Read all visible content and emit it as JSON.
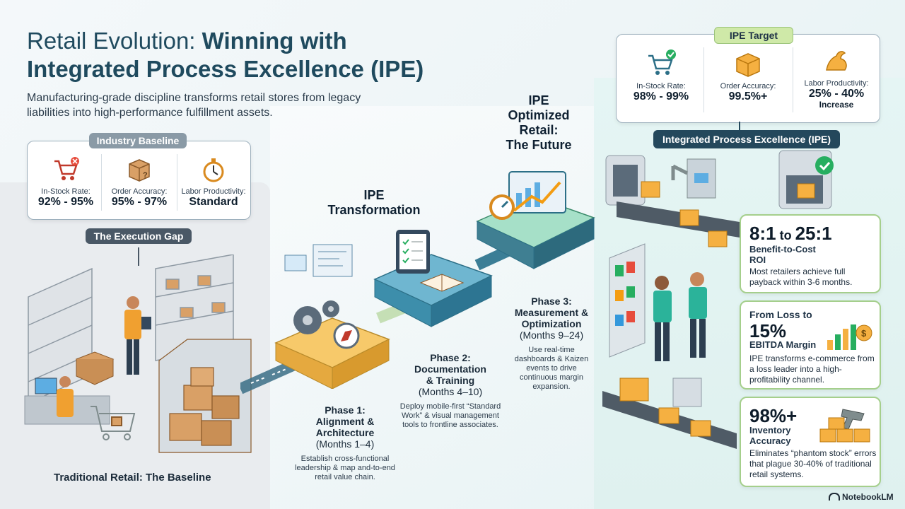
{
  "title": {
    "line1_prefix": "Retail Evolution: ",
    "line1_bold": "Winning with",
    "line2_bold": "Integrated Process Excellence (IPE)"
  },
  "subtitle": "Manufacturing-grade discipline transforms retail stores from legacy liabilities into high-performance fulfillment assets.",
  "baseline": {
    "tag": "Industry Baseline",
    "metrics": [
      {
        "label": "In-Stock Rate:",
        "value": "92% - 95%"
      },
      {
        "label": "Order Accuracy:",
        "value": "95% - 97%"
      },
      {
        "label": "Labor Productivity:",
        "value": "Standard"
      }
    ],
    "gap_label": "The Execution Gap",
    "footer": "Traditional Retail: The Baseline"
  },
  "target": {
    "tag": "IPE Target",
    "metrics": [
      {
        "label": "In-Stock Rate:",
        "value": "98% - 99%"
      },
      {
        "label": "Order Accuracy:",
        "value": "99.5%+"
      },
      {
        "label": "Labor Productivity:",
        "value": "25% - 40%",
        "value2": "Increase"
      }
    ],
    "banner": "Integrated Process Excellence (IPE)"
  },
  "stages": {
    "transformation": "IPE Transformation",
    "future_l1": "IPE",
    "future_l2": "Optimized",
    "future_l3": "Retail:",
    "future_l4": "The Future"
  },
  "phases": [
    {
      "h1": "Phase 1:",
      "h2": "Alignment &",
      "h3": "Architecture",
      "months": "(Months 1–4)",
      "desc": "Establish cross-functional leadership & map and-to-end retail value chain."
    },
    {
      "h1": "Phase 2:",
      "h2": "Documentation",
      "h3": "& Training",
      "months": "(Months 4–10)",
      "desc": "Deploy mobile-first “Standard Work” & visual management tools to frontline associates."
    },
    {
      "h1": "Phase 3:",
      "h2": "Measurement &",
      "h3": "Optimization",
      "months": "(Months 9–24)",
      "desc": "Use real-time dashboards & Kaizen events to drive continuous margin expansion."
    }
  ],
  "stats": [
    {
      "big_a": "8:1",
      "to": " to ",
      "big_b": "25:1",
      "sub1": "Benefit-to-Cost",
      "sub2": "ROI",
      "desc": "Most retailers achieve full payback within 3-6 months."
    },
    {
      "top": "From Loss to",
      "big": "15%",
      "sub": "EBITDA Margin",
      "desc": "IPE transforms e-commerce from a loss leader into a high-profitability channel."
    },
    {
      "big": "98%+",
      "sub1": "Inventory",
      "sub2": "Accuracy",
      "desc": "Eliminates “phantom stock” errors that plague 30-40% of traditional retail systems."
    }
  ],
  "brand": "NotebookLM",
  "colors": {
    "accent_dark": "#1f4a5e",
    "baseline_tag": "#8a9aa6",
    "gap_tag": "#4a5866",
    "target_tag": "#cfe9a8",
    "banner": "#24485c",
    "stat_border": "#a5cf8c"
  }
}
